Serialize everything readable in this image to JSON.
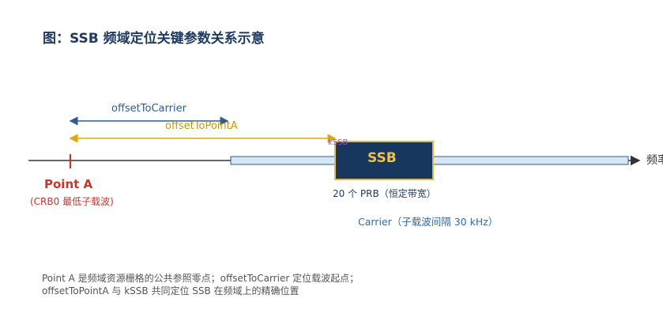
{
  "title": "图：SSB 频域定位关键参数关系示意",
  "labels": {
    "offset_to_carrier": "offsetToCarrier",
    "offset_to_point_a": "offsetToPointA",
    "kssb": "kSSB",
    "ssb": "SSB",
    "axis": "频率",
    "point_a": "Point A",
    "point_a_sub": "(CRB0 最低子载波)",
    "prb": "20 个 PRB（恒定带宽）",
    "carrier": "Carrier（子载波间隔 30 kHz）"
  },
  "note": {
    "line1": "Point A 是频域资源栅格的公共参照零点；offsetToCarrier 定位载波起点；",
    "line2": "offsetToPointA 与 kSSB 共同定位 SSB 在频域上的精确位置"
  },
  "colors": {
    "title": "#1f3a5f",
    "point_a": "#c0392b",
    "offset_to_carrier": "#2e5d8a",
    "offset_to_point_a": "#e0a800",
    "ssb_fill": "#17375e",
    "ssb_border": "#e6b84a",
    "carrier_bar": "#d6e6f5",
    "kssb": "#8a5fb5"
  }
}
